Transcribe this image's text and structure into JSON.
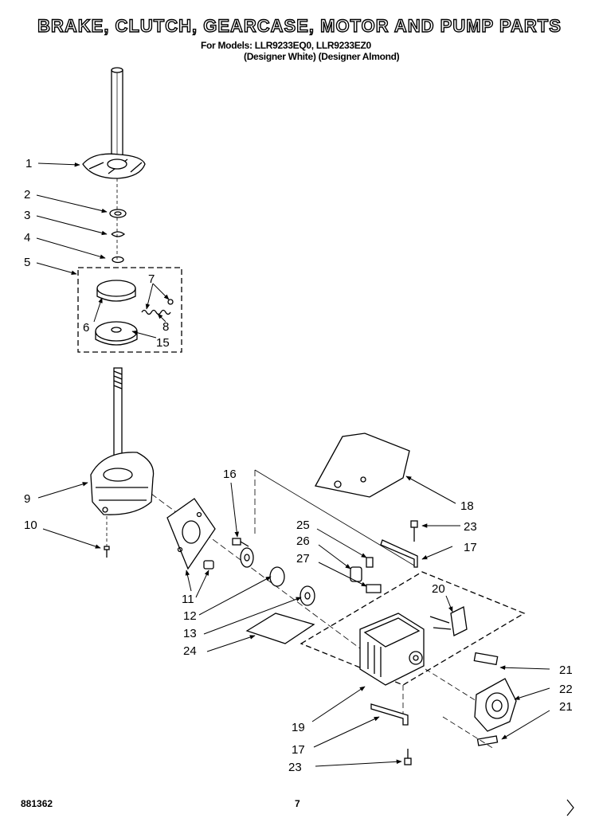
{
  "title": "BRAKE, CLUTCH, GEARCASE, MOTOR AND PUMP PARTS",
  "models_line": "For Models: LLR9233EQ0, LLR9233EZ0",
  "colors_line": "(Designer White)  (Designer Almond)",
  "callouts": {
    "c1": "1",
    "c2": "2",
    "c3": "3",
    "c4": "4",
    "c5": "5",
    "c6": "6",
    "c7": "7",
    "c8": "8",
    "c9": "9",
    "c10": "10",
    "c11": "11",
    "c12": "12",
    "c13": "13",
    "c15": "15",
    "c16": "16",
    "c17a": "17",
    "c17b": "17",
    "c18": "18",
    "c19": "19",
    "c20": "20",
    "c21a": "21",
    "c21b": "21",
    "c22": "22",
    "c23a": "23",
    "c23b": "23",
    "c24": "24",
    "c25": "25",
    "c26": "26",
    "c27": "27"
  },
  "footer": {
    "code": "881362",
    "page": "7"
  }
}
